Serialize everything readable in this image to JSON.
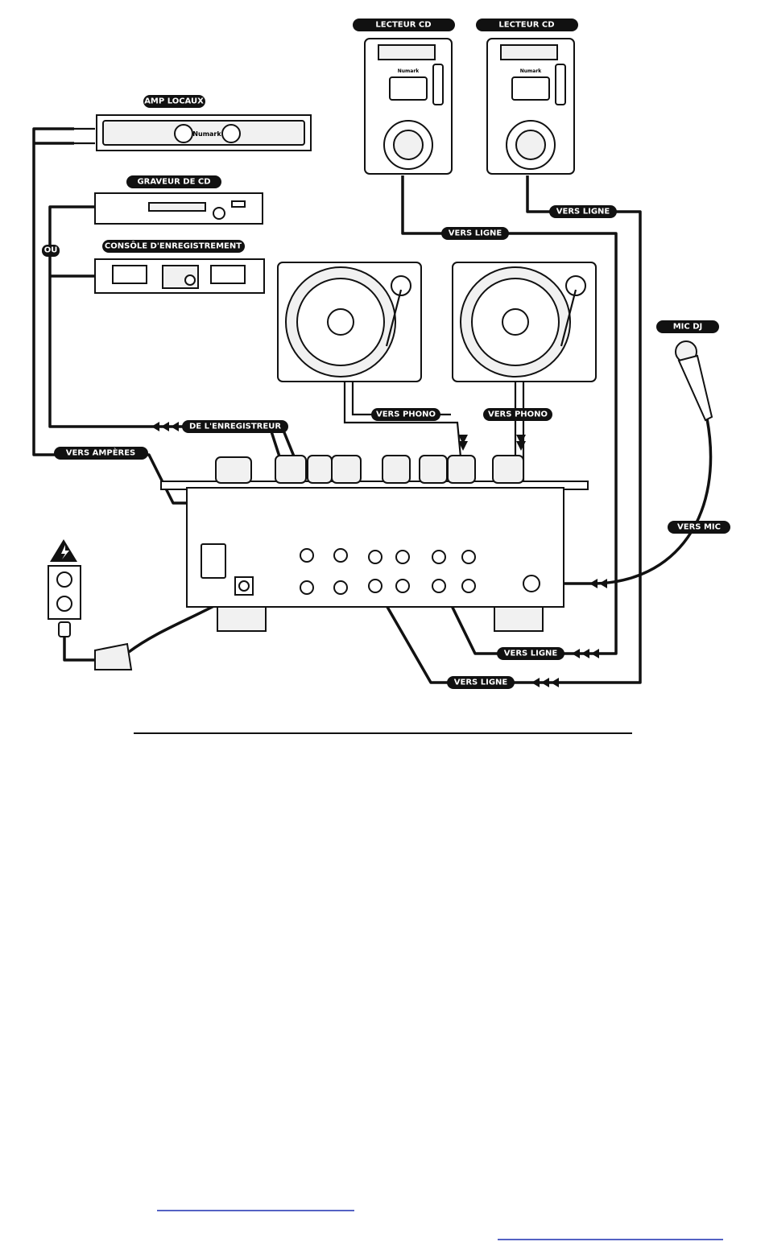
{
  "labels": {
    "cd_player_1": "LECTEUR CD",
    "cd_player_2": "LECTEUR CD",
    "amp": "AMP LOCAUX",
    "cd_burner": "GRAVEUR DE CD",
    "recording_console": "CONSÔLE D'ENREGISTREMENT",
    "or_label": "OU",
    "from_recorder": "DE L'ENREGISTREUR",
    "to_amps": "VERS AMPÈRES",
    "to_phono_1": "VERS PHONO",
    "to_phono_2": "VERS PHONO",
    "to_line_cd1": "VERS LIGNE",
    "to_line_cd2": "VERS LIGNE",
    "mic": "MIC DJ",
    "to_mic": "VERS MIC",
    "to_line_bottom_1": "VERS LIGNE",
    "to_line_bottom_2": "VERS LIGNE"
  },
  "brand": {
    "amp_logo": "Numark",
    "cd_logo_1": "Numark",
    "cd_logo_2": "Numark"
  },
  "icons": [
    "warning-triangle-icon",
    "power-outlet-icon",
    "power-plug-icon"
  ]
}
